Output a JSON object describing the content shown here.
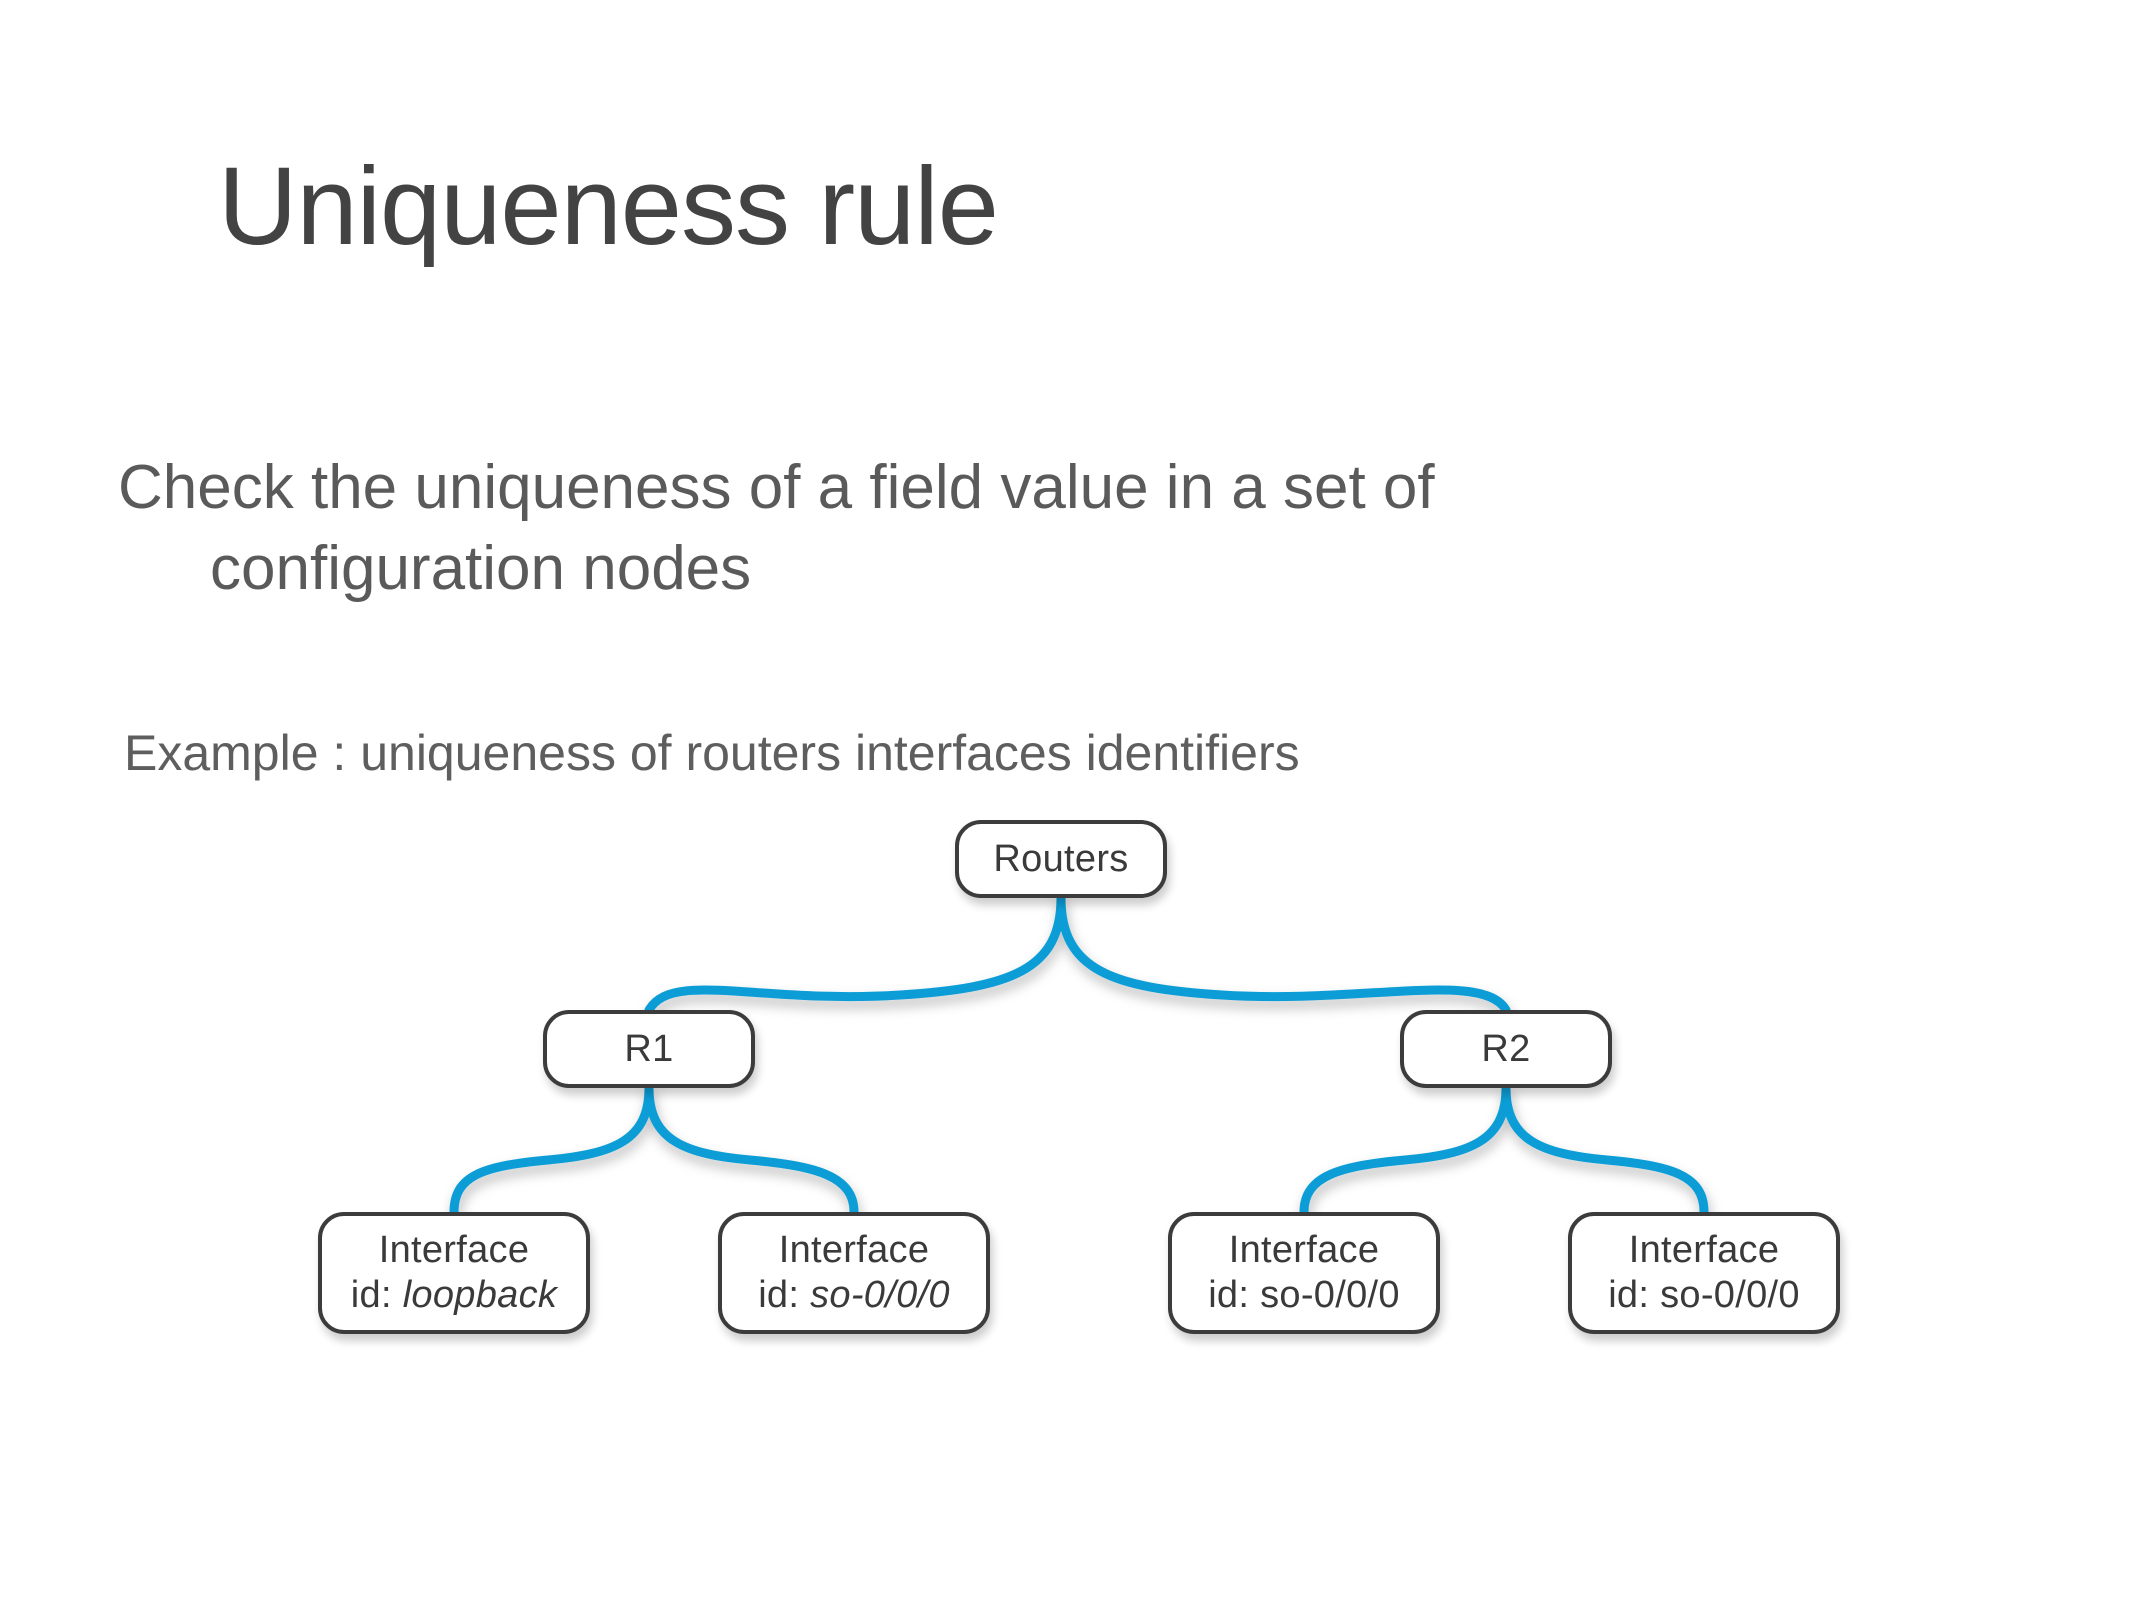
{
  "slide": {
    "title": "Uniqueness rule",
    "body_line1": "Check the uniqueness of a field value in a set of",
    "body_line2": "configuration nodes",
    "example": "Example : uniqueness of routers interfaces identifiers",
    "accent_color": "#0d9dd6",
    "node_border_color": "#3c3c3c",
    "text_color": "#5a5a5a",
    "title_color": "#434343",
    "background_color": "#ffffff"
  },
  "diagram": {
    "type": "tree",
    "root": {
      "label": "Routers"
    },
    "routers": [
      {
        "label": "R1"
      },
      {
        "label": "R2"
      }
    ],
    "interfaces": [
      {
        "title": "Interface",
        "id_label": "id:",
        "id_value": "loopback",
        "italic": true,
        "parent": "R1"
      },
      {
        "title": "Interface",
        "id_label": "id:",
        "id_value": "so-0/0/0",
        "italic": true,
        "parent": "R1"
      },
      {
        "title": "Interface",
        "id_label": "id:",
        "id_value": "so-0/0/0",
        "italic": false,
        "parent": "R2"
      },
      {
        "title": "Interface",
        "id_label": "id:",
        "id_value": "so-0/0/0",
        "italic": false,
        "parent": "R2"
      }
    ]
  }
}
